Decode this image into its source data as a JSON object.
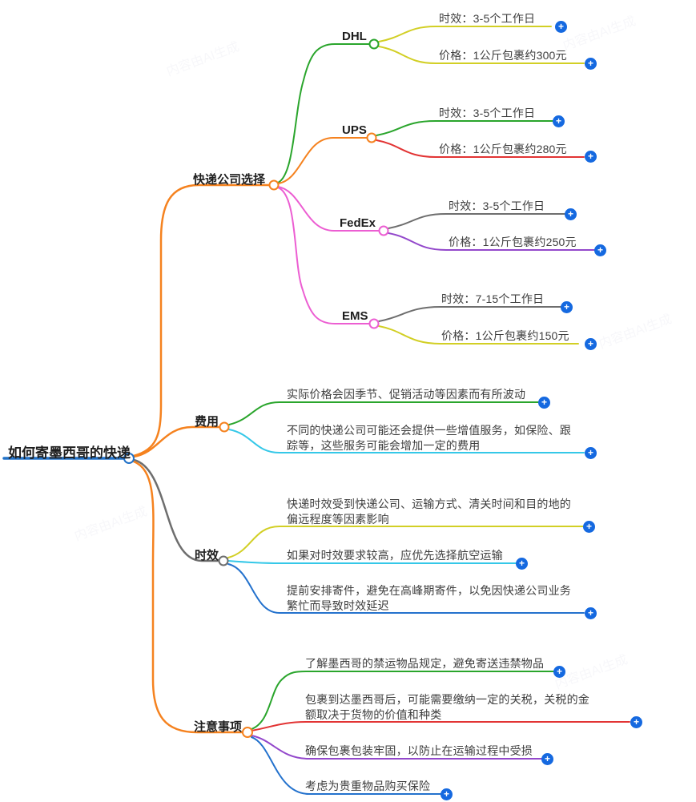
{
  "app": {
    "type": "mind-map"
  },
  "palette": {
    "root_blue": "#2272c8",
    "orange": "#f5821f",
    "green": "#2aa52c",
    "yellow": "#d2cf25",
    "red": "#e23434",
    "magenta": "#ec5ed2",
    "purple": "#9348cb",
    "gray": "#6e6e6e",
    "cyan": "#35c8e8",
    "blue": "#2472cd",
    "plus_blue": "#1569e0",
    "text": "#3e3e3e"
  },
  "icons": {
    "plus": "+"
  },
  "watermark": "内容由AI生成",
  "root": "如何寄墨西哥的快递",
  "branches": {
    "company": {
      "label": "快递公司选择",
      "children": {
        "dhl": {
          "label": "DHL",
          "leaves": [
            "时效：3-5个工作日",
            "价格：1公斤包裹约300元"
          ]
        },
        "ups": {
          "label": "UPS",
          "leaves": [
            "时效：3-5个工作日",
            "价格：1公斤包裹约280元"
          ]
        },
        "fedex": {
          "label": "FedEx",
          "leaves": [
            "时效：3-5个工作日",
            "价格：1公斤包裹约250元"
          ]
        },
        "ems": {
          "label": "EMS",
          "leaves": [
            "时效：7-15个工作日",
            "价格：1公斤包裹约150元"
          ]
        }
      }
    },
    "fee": {
      "label": "费用",
      "leaves": [
        "实际价格会因季节、促销活动等因素而有所波动",
        "不同的快递公司可能还会提供一些增值服务，如保险、跟踪等，这些服务可能会增加一定的费用"
      ]
    },
    "time": {
      "label": "时效",
      "leaves": [
        "快递时效受到快递公司、运输方式、清关时间和目的地的偏远程度等因素影响",
        "如果对时效要求较高，应优先选择航空运输",
        "提前安排寄件，避免在高峰期寄件，以免因快递公司业务繁忙而导致时效延迟"
      ]
    },
    "note": {
      "label": "注意事项",
      "leaves": [
        "了解墨西哥的禁运物品规定，避免寄送违禁物品",
        "包裹到达墨西哥后，可能需要缴纳一定的关税，关税的金额取决于货物的价值和种类",
        "确保包裹包装牢固，以防止在运输过程中受损",
        "考虑为贵重物品购买保险"
      ]
    }
  }
}
